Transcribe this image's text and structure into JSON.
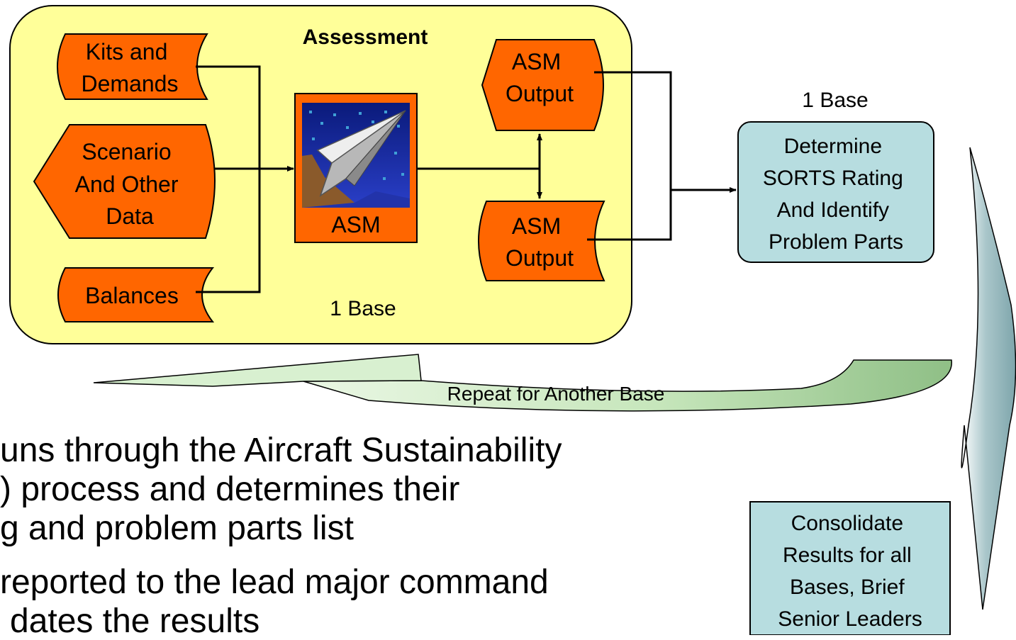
{
  "diagram": {
    "assessment_title": "Assessment",
    "inputs": {
      "kits": [
        "Kits and",
        "Demands"
      ],
      "scenario": [
        "Scenario",
        "And Other",
        "Data"
      ],
      "balances": "Balances"
    },
    "model_label": "ASM",
    "outputs": {
      "display": [
        "ASM",
        "Output"
      ],
      "stored": [
        "ASM",
        "Output"
      ]
    },
    "base_label_inner": "1 Base",
    "base_label_outer": "1 Base",
    "determine_box": [
      "Determine",
      "SORTS Rating",
      "And Identify",
      "Problem Parts"
    ],
    "repeat_label": "Repeat for Another Base",
    "consolidate_box": [
      "Consolidate",
      "Results for all",
      "Bases, Brief",
      "Senior Leaders"
    ]
  },
  "body_text": {
    "line1": "uns through the Aircraft Sustainability",
    "line2": ") process and determines their",
    "line3": "g and problem parts list",
    "line4": "reported to the lead major command",
    "line5": "dates the results"
  },
  "colors": {
    "assessment_fill": "#ffff99",
    "node_fill": "#ff6600",
    "result_fill": "#b7dde0",
    "repeat_arrow": "#bfe2b3",
    "down_arrow": "#9ab8bd"
  }
}
